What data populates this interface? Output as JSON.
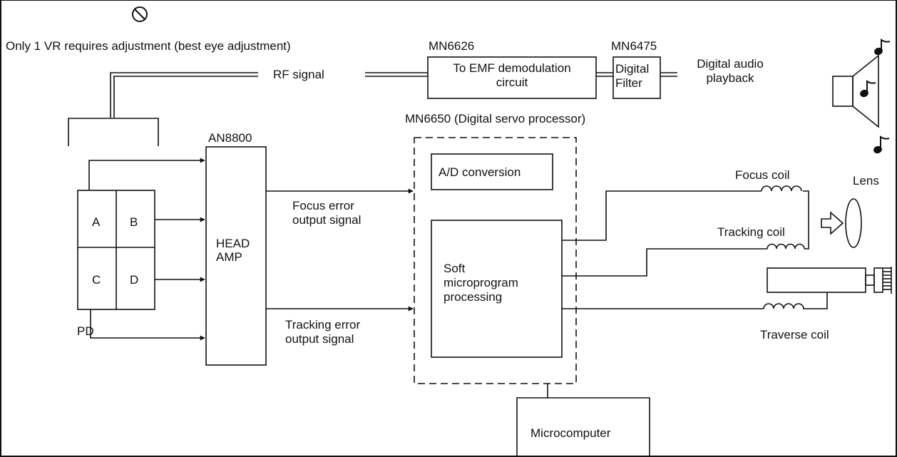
{
  "header": {
    "symbol": "⊘",
    "note": "Only 1 VR requires adjustment (best eye adjustment)"
  },
  "rf": {
    "signal_label": "RF signal"
  },
  "mn6626": {
    "chip": "MN6626",
    "line1": "To EMF demodulation",
    "line2": "circuit"
  },
  "mn6475": {
    "chip": "MN6475",
    "line1": "Digital",
    "line2": "Filter"
  },
  "output": {
    "line1": "Digital audio",
    "line2": "playback"
  },
  "headamp": {
    "chip": "AN8800",
    "line1": "HEAD",
    "line2": "AMP"
  },
  "photodiode": {
    "cells": [
      "A",
      "B",
      "C",
      "D"
    ],
    "label": "PD"
  },
  "signals": {
    "focus_line1": "Focus error",
    "focus_line2": "output signal",
    "tracking_line1": "Tracking error",
    "tracking_line2": "output signal"
  },
  "dsp": {
    "title": "MN6650 (Digital servo processor)",
    "adc": "A/D conversion",
    "proc_line1": "Soft",
    "proc_line2": "microprogram",
    "proc_line3": "processing"
  },
  "coils": {
    "focus": "Focus coil",
    "tracking": "Tracking coil",
    "traverse": "Traverse coil",
    "lens": "Lens"
  },
  "micro": {
    "label": "Microcomputer"
  },
  "icons": [
    "prohibited-icon",
    "speaker-icon",
    "music-note-icon",
    "motor-icon",
    "arrow-right-icon"
  ]
}
